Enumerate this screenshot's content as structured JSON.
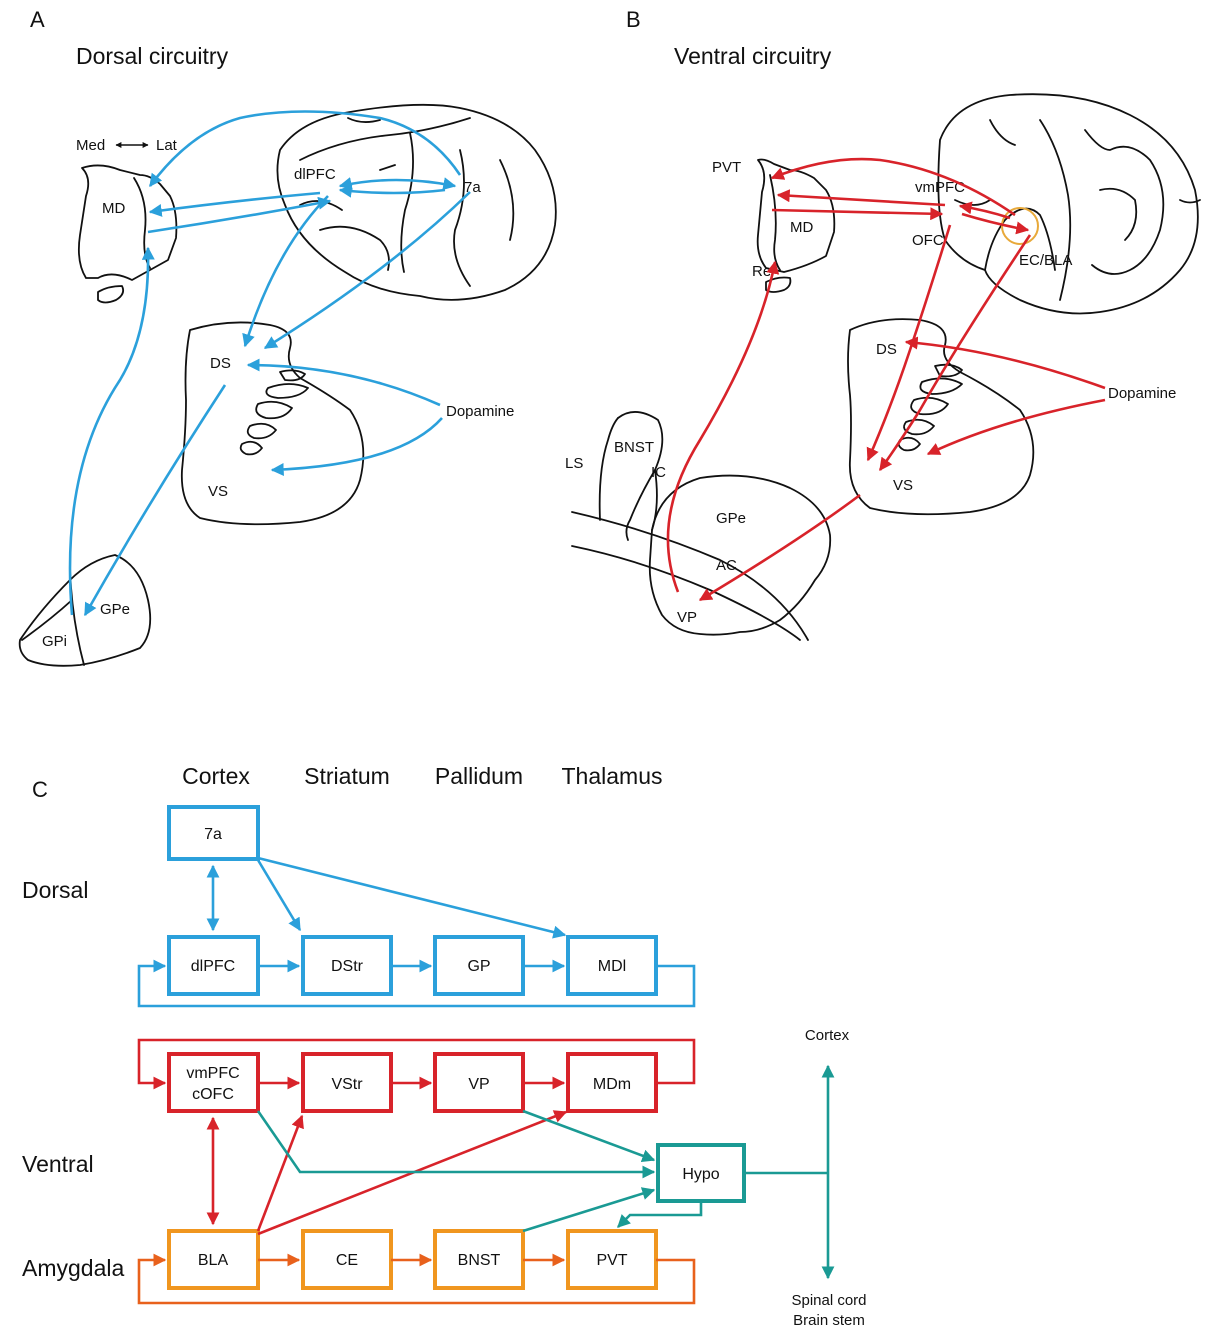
{
  "colors": {
    "dorsal": "#2ba0db",
    "ventral": "#d8232a",
    "amygdala": "#e8611c",
    "amygdala_box": "#f0961f",
    "hypothalamus": "#1a9a94",
    "ec_bla_circle": "#e8a93a",
    "outline": "#111111"
  },
  "panel_a": {
    "letter": "A",
    "title": "Dorsal circuitry",
    "orientation": "Med↔Lat",
    "regions": {
      "md": "MD",
      "dlpfc": "dlPFC",
      "area_7a": "7a",
      "ds": "DS",
      "vs": "VS",
      "dopamine": "Dopamine",
      "gpe": "GPe",
      "gpi": "GPi"
    }
  },
  "panel_b": {
    "letter": "B",
    "title": "Ventral circuitry",
    "regions": {
      "pvt": "PVT",
      "md": "MD",
      "re": "Re",
      "vmpfc": "vmPFC",
      "ofc": "OFC",
      "ec_bla": "EC/BLA",
      "ds": "DS",
      "vs": "VS",
      "dopamine": "Dopamine",
      "ls": "LS",
      "bnst": "BNST",
      "ic": "IC",
      "gpe": "GPe",
      "ac": "AC",
      "vp": "VP"
    }
  },
  "panel_c": {
    "letter": "C",
    "columns": [
      "Cortex",
      "Striatum",
      "Pallidum",
      "Thalamus"
    ],
    "rows": [
      "Dorsal",
      "Ventral",
      "Amygdala"
    ],
    "boxes": {
      "area_7a": "7a",
      "dlpfc": "dlPFC",
      "dstr": "DStr",
      "gp": "GP",
      "mdl": "MDl",
      "vmpfc_line1": "vmPFC",
      "vmpfc_line2": "cOFC",
      "vstr": "VStr",
      "vp": "VP",
      "mdm": "MDm",
      "hypo": "Hypo",
      "bla": "BLA",
      "ce": "CE",
      "bnst": "BNST",
      "pvt": "PVT"
    },
    "outputs": {
      "cortex": "Cortex",
      "spinal_cord": "Spinal cord",
      "brain_stem": "Brain stem"
    }
  }
}
